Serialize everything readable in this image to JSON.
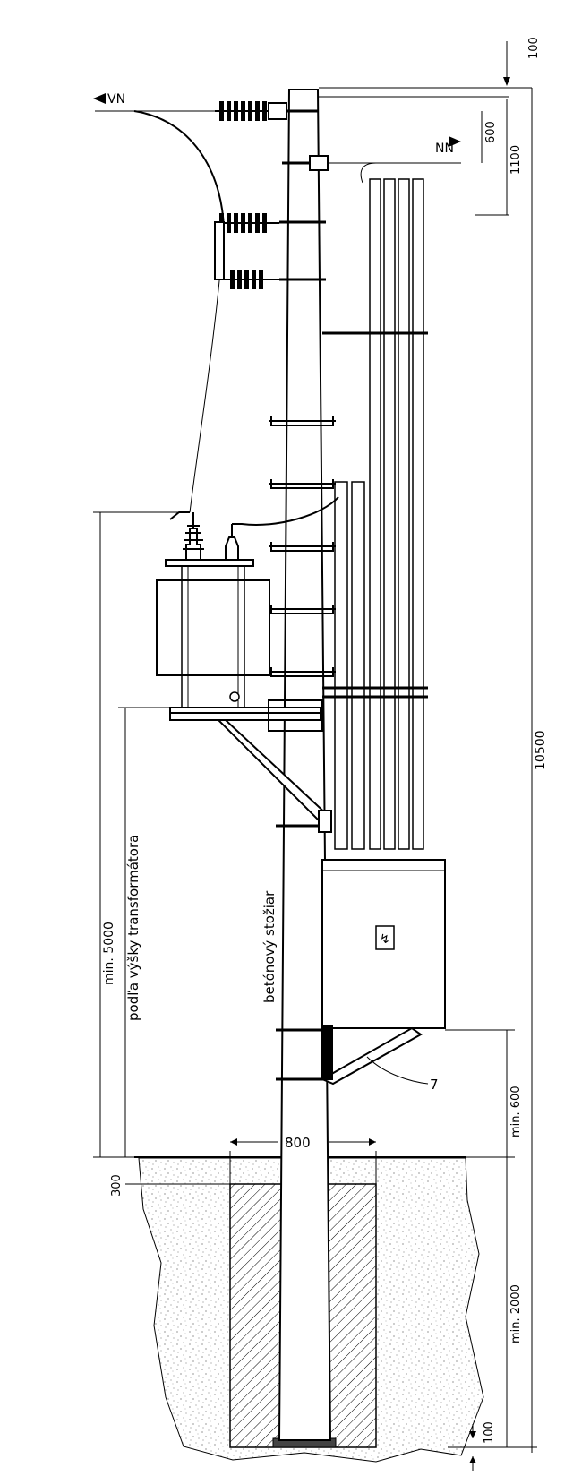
{
  "labels": {
    "vn": "VN",
    "nn": "NN",
    "pole": "betónový stožiar",
    "transformer_height": "podľa výšky transformátora",
    "min_5000": "min. 5000",
    "item_7": "7",
    "switchbox_symbol": "↯"
  },
  "dimensions": {
    "d100_top": "100",
    "d600": "600",
    "d1100": "1100",
    "d10500": "10500",
    "min_600": "min. 600",
    "min_2000": "min. 2000",
    "d100_bottom": "100",
    "d300": "300",
    "d800": "800"
  }
}
